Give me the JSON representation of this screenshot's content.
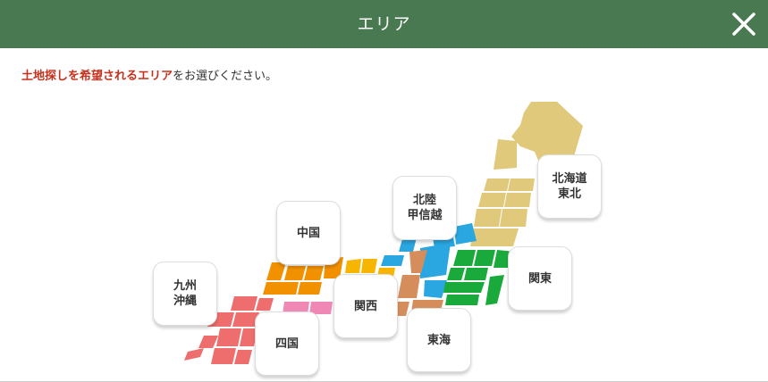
{
  "header": {
    "title": "エリア",
    "close_icon": "close-icon",
    "color": "#497950"
  },
  "instruction": {
    "highlight": "土地探しを希望されるエリア",
    "rest": "をお選びください。",
    "highlight_color": "#c5311c"
  },
  "regions": {
    "hokkaido_tohoku": {
      "line1": "北海道",
      "line2": "東北",
      "color": "#e0c97a"
    },
    "hokuriku_koshinetsu": {
      "line1": "北陸",
      "line2": "甲信越",
      "color": "#2aa6e0"
    },
    "chugoku": {
      "label": "中国",
      "color": "#f29100"
    },
    "kyushu_okinawa": {
      "line1": "九州",
      "line2": "沖縄",
      "color": "#ee6d6d"
    },
    "kansai": {
      "label": "関西",
      "color": "#f8b500"
    },
    "kanto": {
      "label": "関東",
      "color": "#1aaa3c"
    },
    "shikoku": {
      "label": "四国",
      "color": "#ef88b5"
    },
    "tokai": {
      "label": "東海",
      "color": "#d68d5c"
    }
  }
}
